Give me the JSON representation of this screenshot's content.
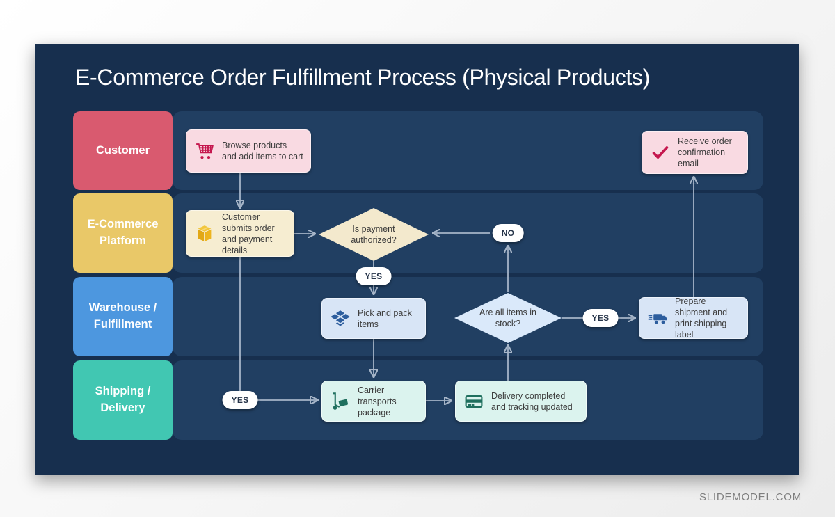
{
  "watermark": "SLIDEMODEL.COM",
  "slide": {
    "title": "E-Commerce Order Fulfillment Process (Physical Products)"
  },
  "lanes": [
    {
      "label": "Customer",
      "color": "#D95A6F"
    },
    {
      "label": "E-Commerce Platform",
      "color": "#E9C868"
    },
    {
      "label": "Warehouse / Fulfillment",
      "color": "#4D97DF"
    },
    {
      "label": "Shipping / Delivery",
      "color": "#41C7B2"
    }
  ],
  "nodes": {
    "browse": {
      "label": "Browse products and add items to cart",
      "icon": "shopping-cart-icon",
      "fill": "#F9DAE2",
      "icon_color": "#C5174E",
      "lane": "Customer"
    },
    "receive_email": {
      "label": "Receive order confirmation email",
      "icon": "checkmark-icon",
      "fill": "#F9DAE2",
      "icon_color": "#C5174E",
      "lane": "Customer"
    },
    "submit_order": {
      "label": "Customer submits order and payment details",
      "icon": "package-icon",
      "fill": "#F6EDD1",
      "icon_color": "#EDB41F",
      "lane": "E-Commerce Platform"
    },
    "payment_decision": {
      "label": "Is payment authorized?",
      "fill": "#F3E9CD",
      "lane": "E-Commerce Platform"
    },
    "pick_pack": {
      "label": "Pick and pack items",
      "icon": "open-box-icon",
      "fill": "#D8E5F6",
      "icon_color": "#2D5E9E",
      "lane": "Warehouse / Fulfillment"
    },
    "stock_decision": {
      "label": "Are all items in stock?",
      "fill": "#DAE9FA",
      "lane": "Warehouse / Fulfillment"
    },
    "prepare_shipment": {
      "label": "Prepare shipment and print shipping label",
      "icon": "delivery-truck-icon",
      "fill": "#D8E5F6",
      "icon_color": "#2D5E9E",
      "lane": "Warehouse / Fulfillment"
    },
    "carrier": {
      "label": "Carrier transports package",
      "icon": "hand-truck-icon",
      "fill": "#DBF3EE",
      "icon_color": "#1F6F5E",
      "lane": "Shipping / Delivery"
    },
    "delivery_complete": {
      "label": "Delivery completed and tracking updated",
      "icon": "shipping-label-icon",
      "fill": "#DBF3EE",
      "icon_color": "#1F6F5E",
      "lane": "Shipping / Delivery"
    }
  },
  "pills": {
    "yes": "YES",
    "no": "NO"
  },
  "colors": {
    "slide_bg": "#172F4E",
    "lane_row_bg": "#213F62",
    "connector": "#A6B5C8",
    "title_text": "#FFFFFF",
    "node_text": "#3D3D3D"
  }
}
